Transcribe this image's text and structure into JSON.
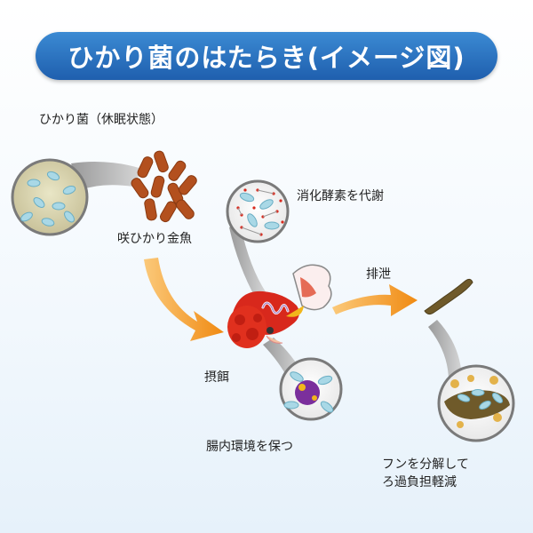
{
  "title": "ひかり菌のはたらき(イメージ図)",
  "labels": {
    "dormant": "ひかり菌（休眠状態）",
    "feed": "咲ひかり金魚",
    "enzyme": "消化酵素を代謝",
    "excretion": "排泄",
    "ingestion": "摂餌",
    "gut": "腸内環境を保つ",
    "waste_line1": "フンを分解して",
    "waste_line2": "ろ過負担軽減"
  },
  "colors": {
    "title_bg": "#2a72c2",
    "arrow": "#f59a1e",
    "pellet": "#b3501e",
    "fish_body": "#d8281c",
    "bacteria": "#a9d8e6"
  }
}
